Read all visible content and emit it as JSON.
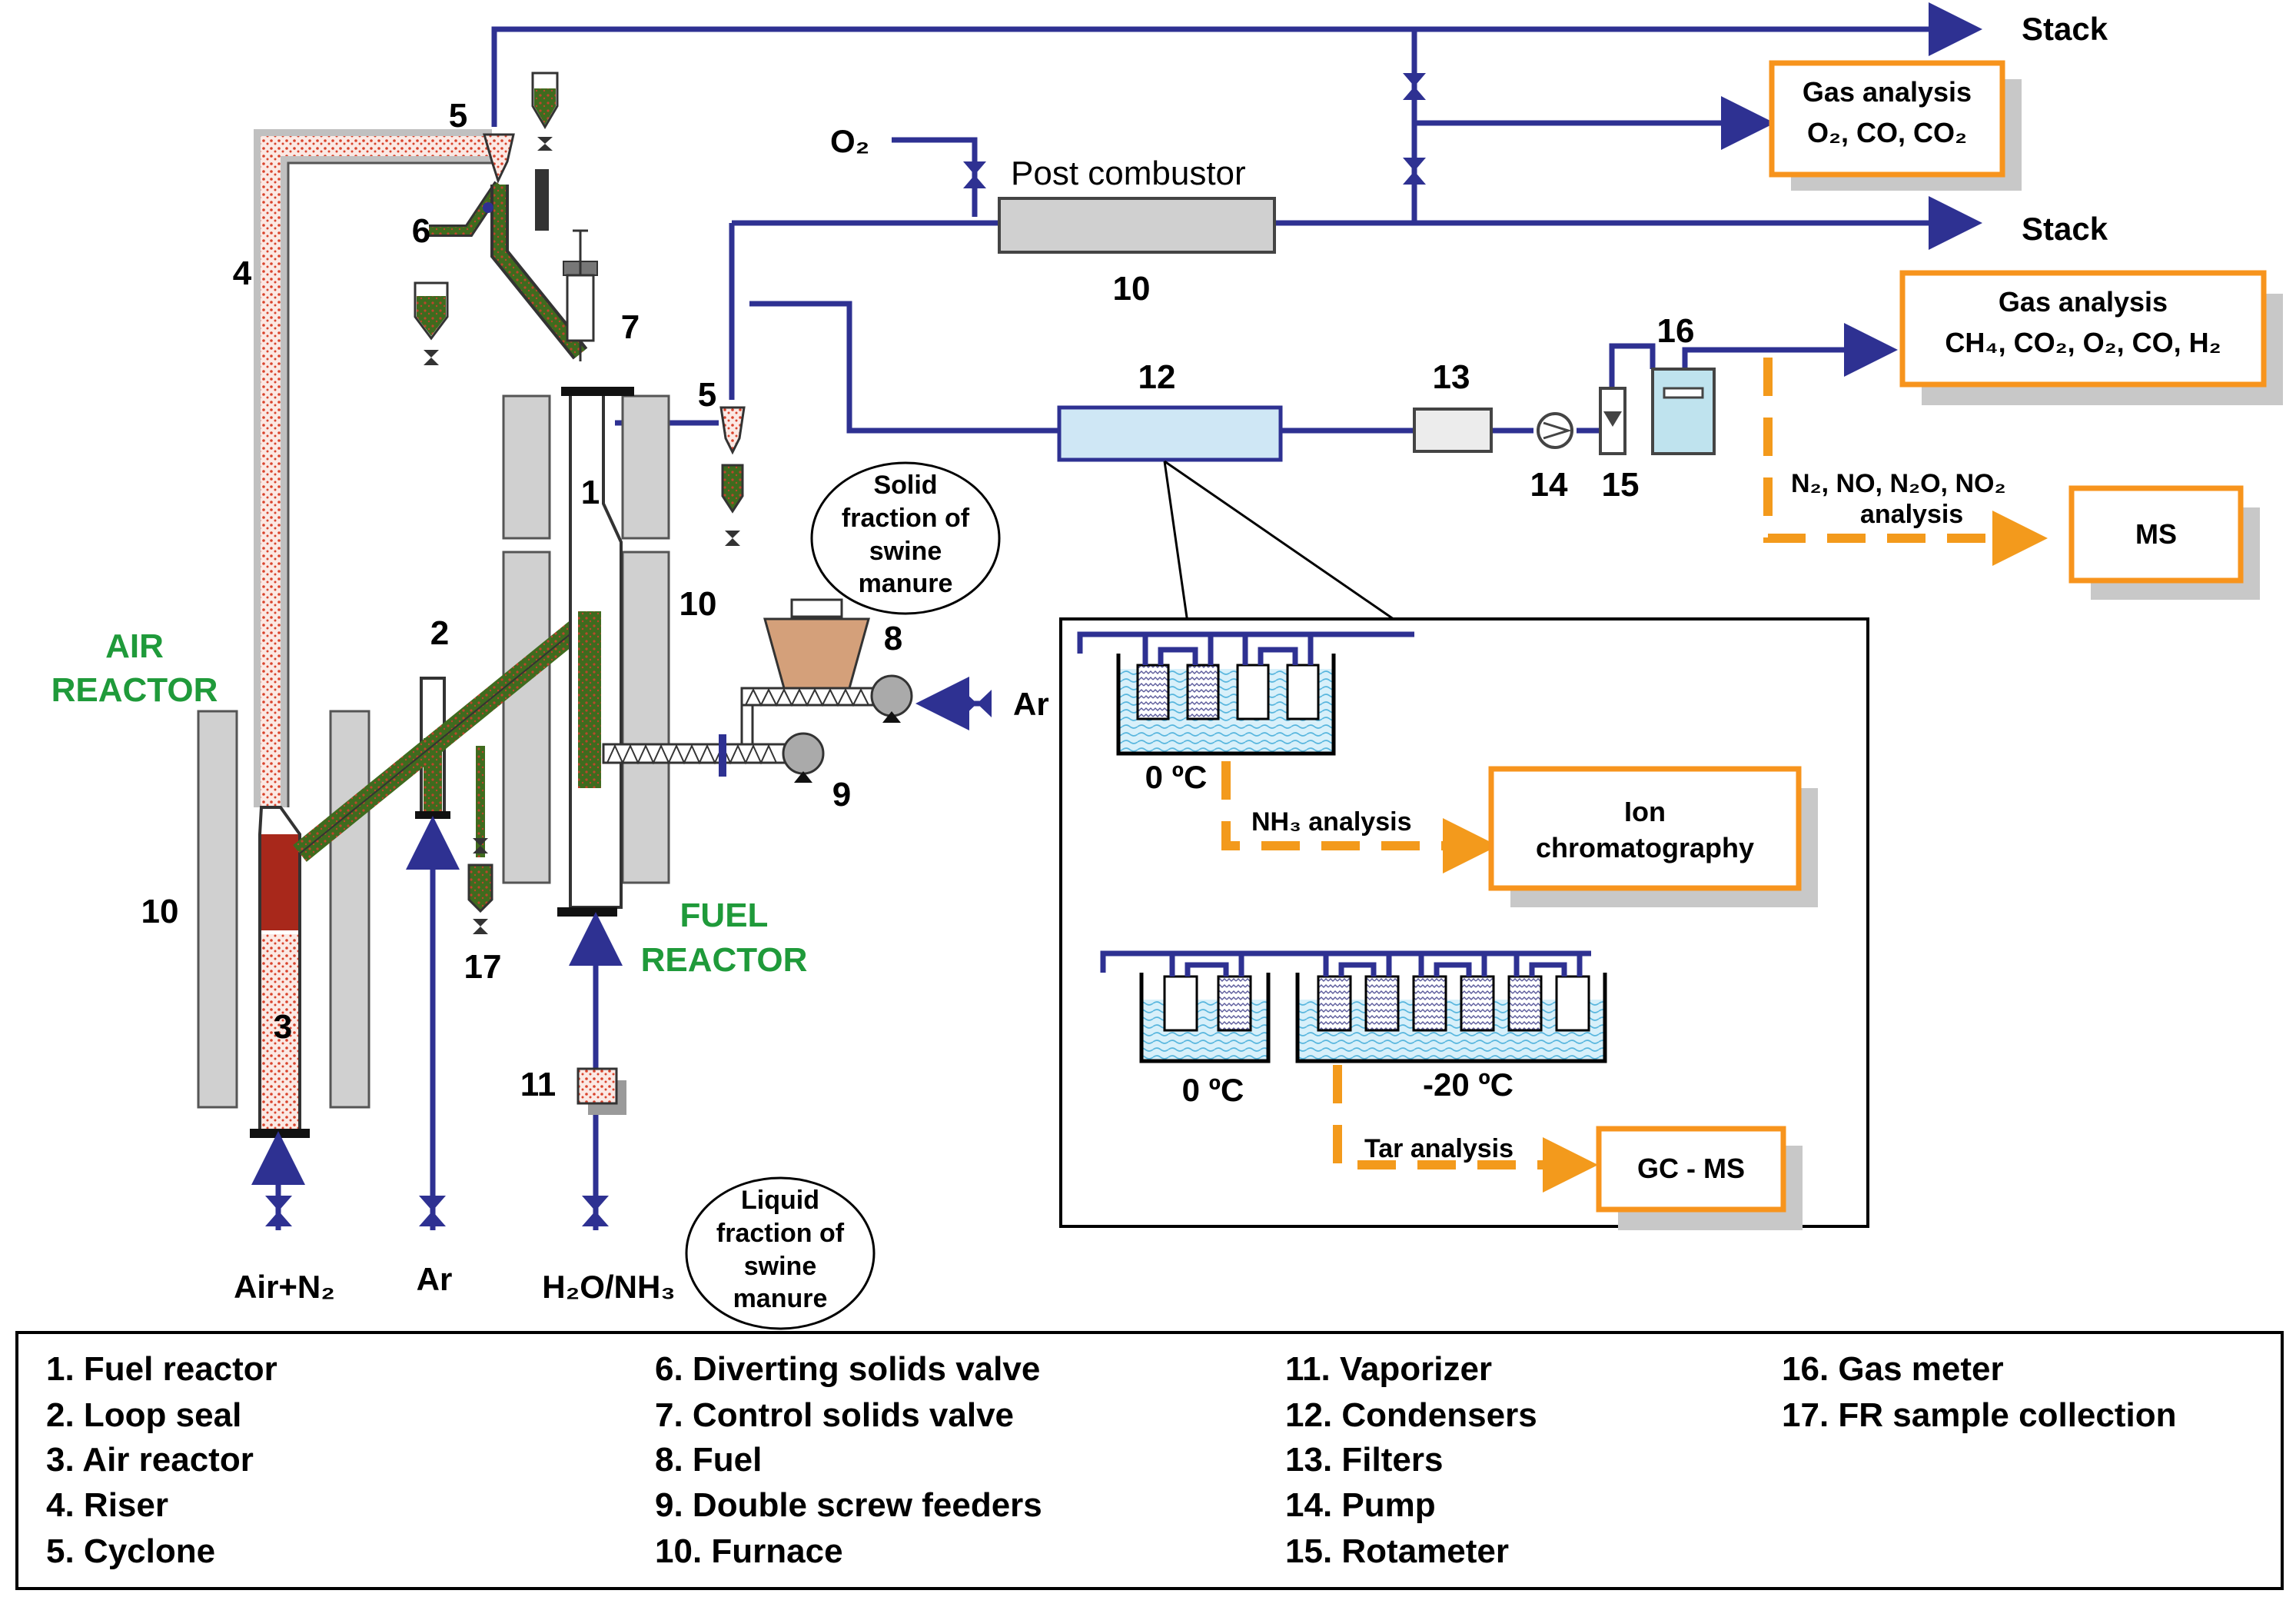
{
  "labels": {
    "stack_top": "Stack",
    "stack_mid": "Stack",
    "gas_analysis_1_title": "Gas analysis",
    "gas_analysis_1_species": "O₂, CO, CO₂",
    "gas_analysis_2_title": "Gas analysis",
    "gas_analysis_2_species": "CH₄, CO₂, O₂, CO, H₂",
    "o2": "O₂",
    "post_combustor": "Post combustor",
    "n_species": "N₂, NO, N₂O, NO₂",
    "n_analysis": "analysis",
    "ms": "MS",
    "solid_fraction_1": "Solid",
    "solid_fraction_2": "fraction of",
    "solid_fraction_3": "swine",
    "solid_fraction_4": "manure",
    "liquid_fraction_1": "Liquid",
    "liquid_fraction_2": "fraction of",
    "liquid_fraction_3": "swine",
    "liquid_fraction_4": "manure",
    "air_reactor_1": "AIR",
    "air_reactor_2": "REACTOR",
    "fuel_reactor_1": "FUEL",
    "fuel_reactor_2": "REACTOR",
    "ar_feed": "Ar",
    "ar_bottom": "Ar",
    "air_n2": "Air+N₂",
    "h2o_nh3": "H₂O/NH₃",
    "temp_0c_a": "0 ºC",
    "temp_0c_b": "0 ºC",
    "temp_m20c": "-20 ºC",
    "nh3_analysis": "NH₃ analysis",
    "ion_1": "Ion",
    "ion_2": "chromatography",
    "tar_analysis": "Tar analysis",
    "gc_ms": "GC - MS"
  },
  "numbers": {
    "n1": "1",
    "n2": "2",
    "n3": "3",
    "n4": "4",
    "n5a": "5",
    "n5b": "5",
    "n6": "6",
    "n7": "7",
    "n8": "8",
    "n9": "9",
    "n10a": "10",
    "n10b": "10",
    "n10c": "10",
    "n11": "11",
    "n12": "12",
    "n13": "13",
    "n14": "14",
    "n15": "15",
    "n16": "16",
    "n17": "17"
  },
  "legend": {
    "col1": [
      "1. Fuel reactor",
      "2. Loop seal",
      "3. Air reactor",
      "4. Riser",
      "5. Cyclone"
    ],
    "col2": [
      "6. Diverting solids valve",
      "7. Control solids valve",
      "8. Fuel",
      "9. Double screw feeders",
      "10. Furnace"
    ],
    "col3": [
      "11. Vaporizer",
      "12. Condensers",
      "13. Filters",
      "14. Pump",
      "15. Rotameter"
    ],
    "col4": [
      "16. Gas meter",
      "17. FR sample collection"
    ]
  },
  "colors": {
    "pipe": "#2e3192",
    "dashed_sample_line": "#f39a1c",
    "analysis_box_border": "#f7941d",
    "reactor_label": "#1f9a3a",
    "furnace": "#d0d0d0",
    "solids": "#3f6b1e"
  }
}
